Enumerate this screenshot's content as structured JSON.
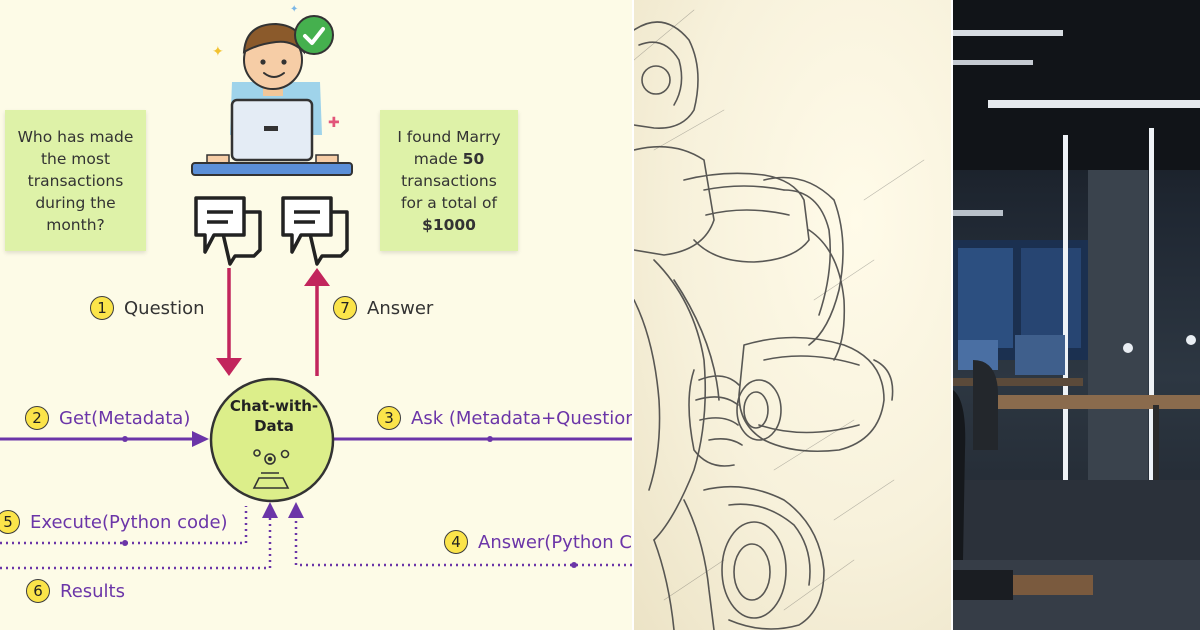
{
  "diagram": {
    "question_note": "Who has made the most transactions during the month?",
    "answer_note": {
      "part1": "I found Marry made ",
      "transactions": "50",
      "part2": " transactions for a total of ",
      "amount": "$1000"
    },
    "hub": {
      "line1": "Chat-with-",
      "line2": "Data"
    },
    "steps": [
      {
        "num": "1",
        "label": "Question"
      },
      {
        "num": "2",
        "label": "Get(Metadata)"
      },
      {
        "num": "3",
        "label": "Ask (Metadata+Question"
      },
      {
        "num": "4",
        "label": "Answer(Python C"
      },
      {
        "num": "5",
        "label": "Execute(Python code)"
      },
      {
        "num": "6",
        "label": "Results"
      },
      {
        "num": "7",
        "label": "Answer"
      }
    ],
    "colors": {
      "magenta": "#c2255c",
      "purple": "#6b35a8",
      "hub": "#dcee8a",
      "note": "#def2a8",
      "badge": "#fbe44a"
    }
  },
  "icons": [
    "user-at-laptop-icon",
    "check-badge-icon",
    "chat-bubbles-icon",
    "gears-icon",
    "robot-sketch",
    "office-photo"
  ]
}
